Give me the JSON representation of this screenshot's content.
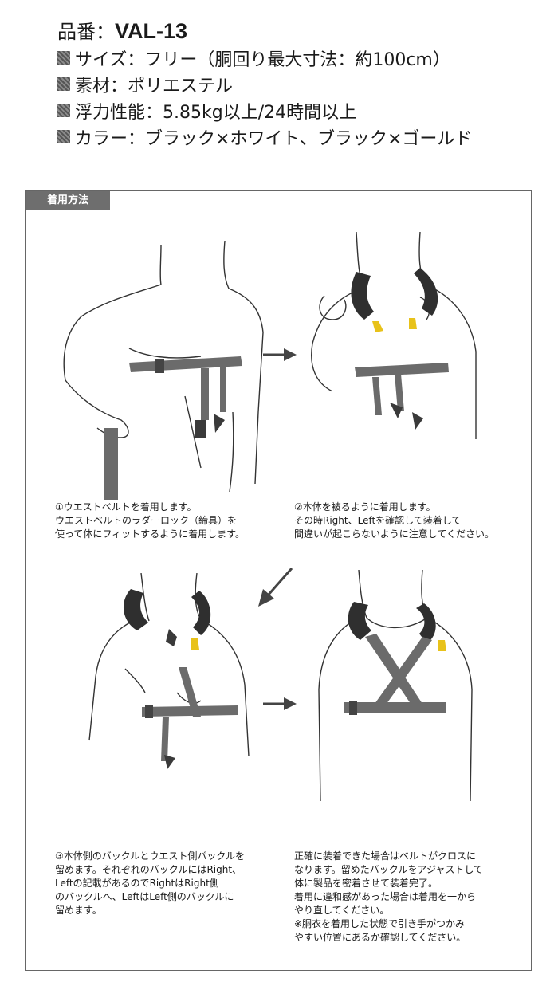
{
  "spec": {
    "title_label": "品番：",
    "code": "VAL-13",
    "rows": [
      "サイズ：フリー（胴回り最大寸法：約100cm）",
      "素材：ポリエステル",
      "浮力性能：5.85kg以上/24時間以上",
      "カラー：ブラック×ホワイト、ブラック×ゴールド"
    ]
  },
  "section": {
    "tab_label": "着用方法"
  },
  "steps": [
    {
      "lines": [
        "①ウエストベルトを着用します。",
        "ウエストベルトのラダーロック（締具）を",
        "使って体にフィットするように着用します。"
      ]
    },
    {
      "lines": [
        "②本体を被るように着用します。",
        "その時Right、Leftを確認して装着して",
        "間違いが起こらないように注意してください。"
      ]
    },
    {
      "lines": [
        "③本体側のバックルとウエスト側バックルを",
        "留めます。それぞれのバックルにはRight、",
        "Leftの記載があるのでRightはRight側",
        "のバックルへ、LeftはLeft側のバックルに",
        "留めます。"
      ]
    },
    {
      "lines": [
        "正確に装着できた場合はベルトがクロスに",
        "なります。留めたバックルをアジャストして",
        "体に製品を密着させて装着完了。",
        "着用に違和感があった場合は着用を一から",
        "やり直してください。",
        "※胴衣を着用した状態で引き手がつかみ",
        "やすい位置にあるか確認してください。"
      ]
    }
  ],
  "colors": {
    "strap": "#6b6b6b",
    "collar": "#2f2f2f",
    "toggle": "#e8c21a",
    "line": "#333333"
  }
}
